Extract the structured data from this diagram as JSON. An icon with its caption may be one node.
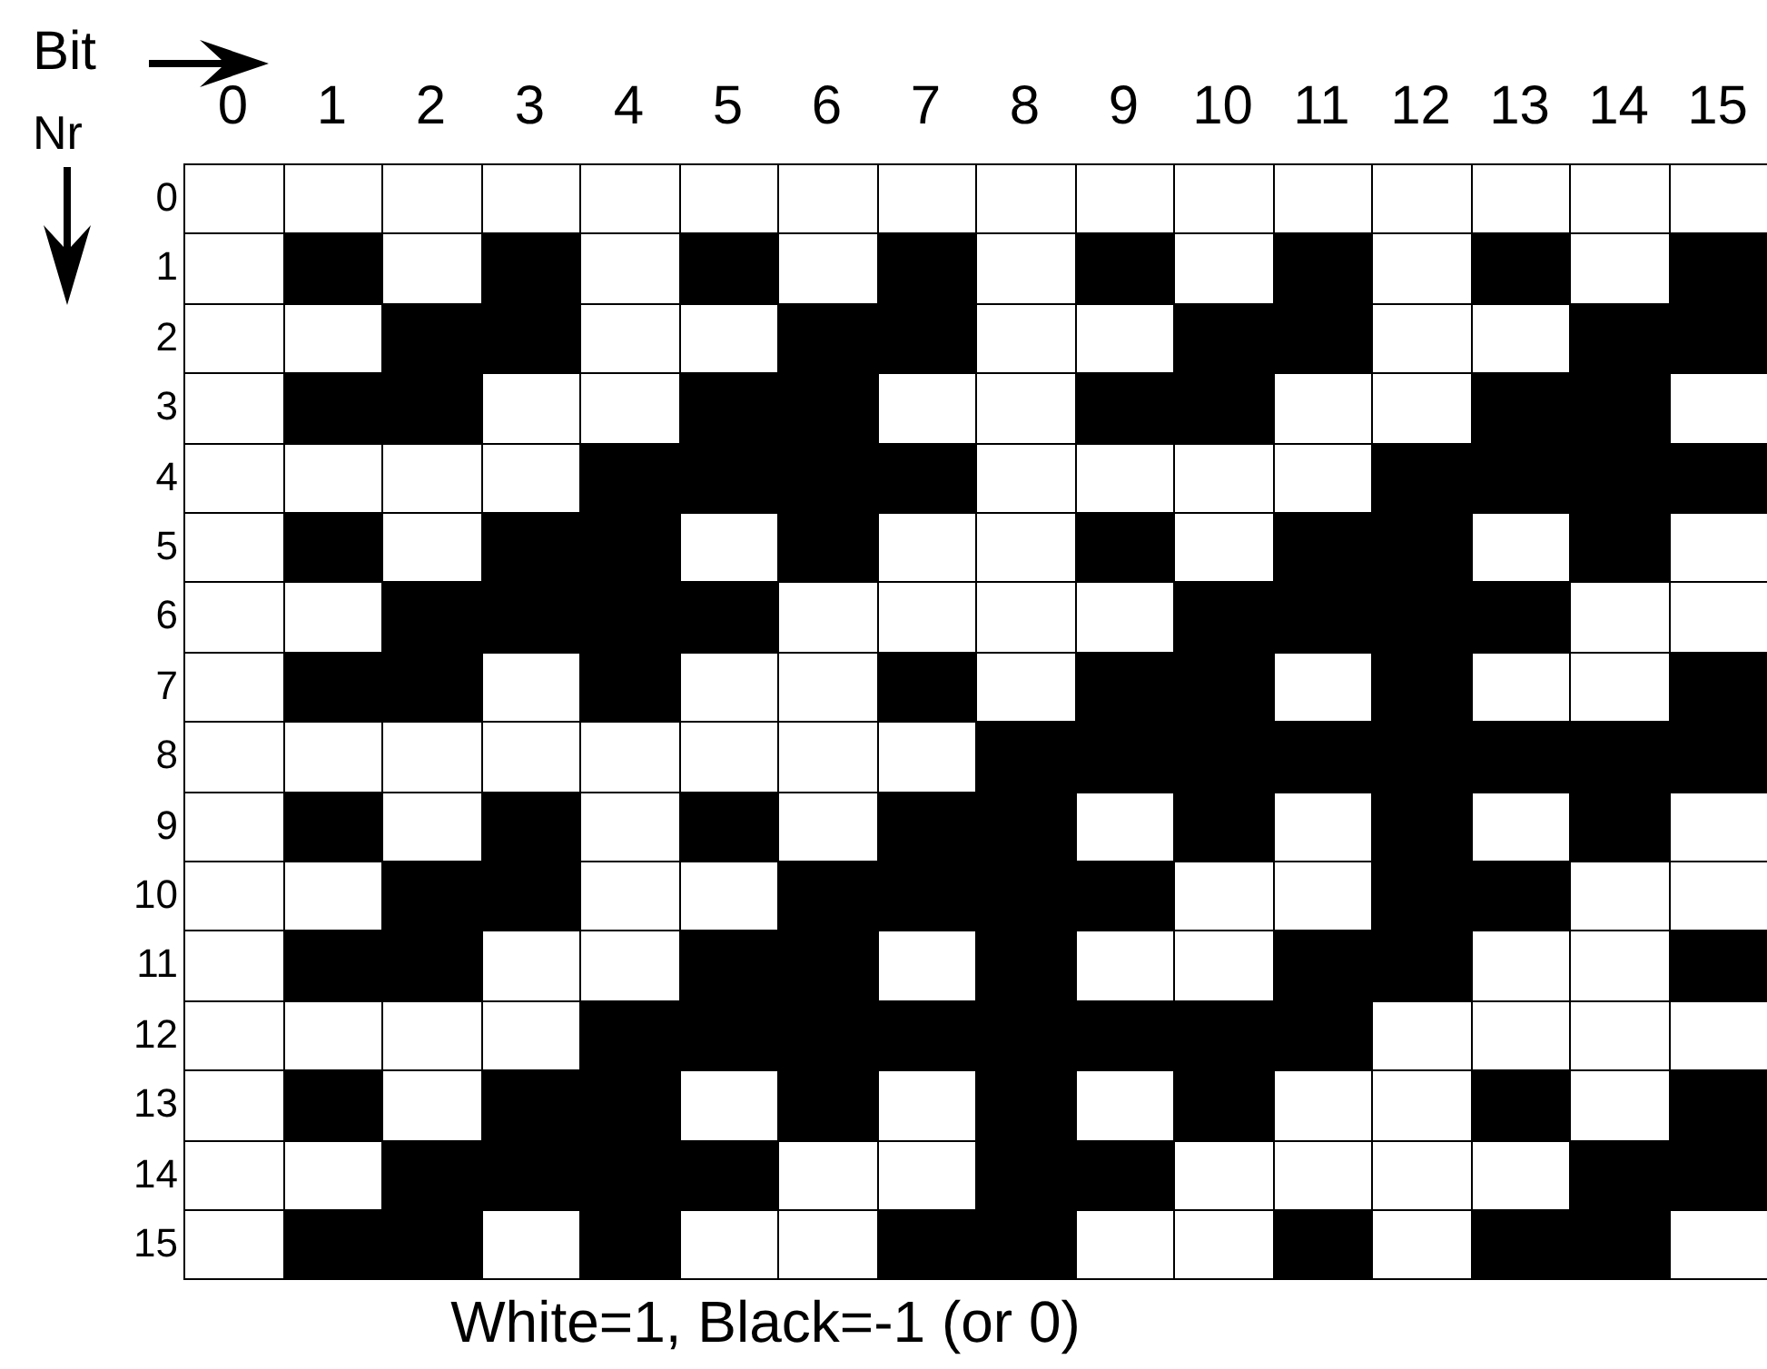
{
  "diagram": {
    "caption": "White=1, Black=-1 (or 0)",
    "labels": [
      "Bit",
      "0",
      "1",
      "2",
      "3",
      "4",
      "5",
      "6",
      "7",
      "8",
      "9",
      "10",
      "11",
      "12",
      "13",
      "14",
      "15",
      "Nr",
      "0",
      "1",
      "2",
      "3",
      "4",
      "5",
      "6",
      "7",
      "8",
      "9",
      "10",
      "11",
      "12",
      "13",
      "14",
      "15"
    ]
  }
}
